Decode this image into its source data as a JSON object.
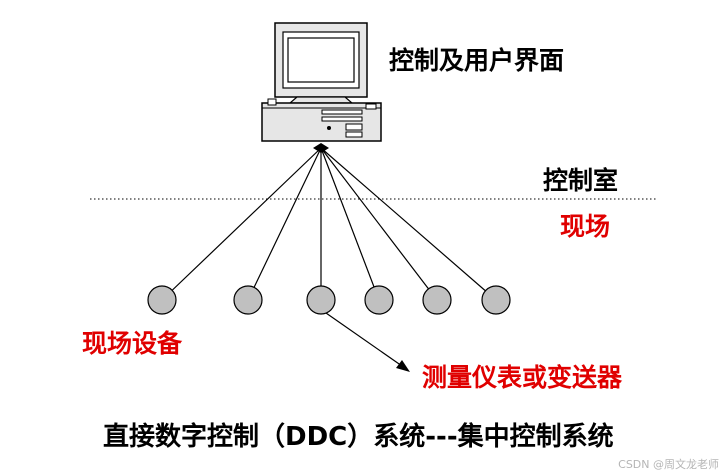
{
  "labels": {
    "ui": "控制及用户界面",
    "control_room": "控制室",
    "field": "现场",
    "field_devices": "现场设备",
    "measure": "测量仪表或变送器"
  },
  "caption": "直接数字控制（DDC）系统---集中控制系统",
  "watermark": "CSDN @周文龙老师",
  "colors": {
    "line": "#000000",
    "red_text": "#e00000",
    "black_text": "#000000",
    "node_fill": "#c0c0c0",
    "computer_fill": "#e6e6e6",
    "screen_fill": "#ffffff"
  },
  "diagram": {
    "field_device_count": 6,
    "divider_style": "dotted"
  }
}
